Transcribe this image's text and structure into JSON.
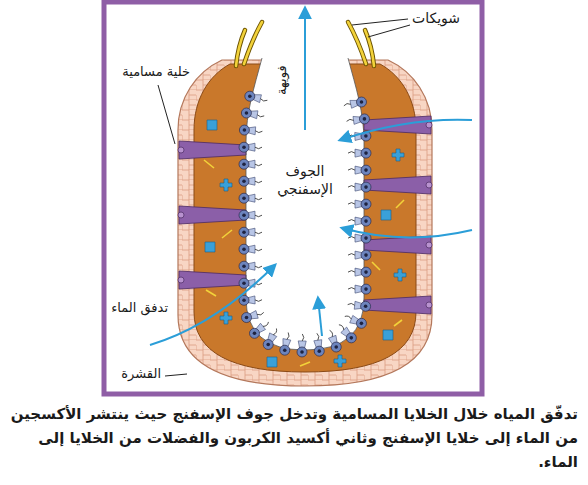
{
  "diagram": {
    "caption": "تدفّق المياه خلال الخلايا المسامية وتدخل جوف الإسفنج حيث ينتشر الأكسجين من الماء إلى خلايا الإسفنج وثاني أكسيد الكربون والفضلات من الخلايا إلى الماء.",
    "labels": [
      "شويكات",
      "فويهة",
      "خلية مسامية",
      "الجوف الإسفنجي",
      "تدفق الماء",
      "القشرة"
    ]
  }
}
